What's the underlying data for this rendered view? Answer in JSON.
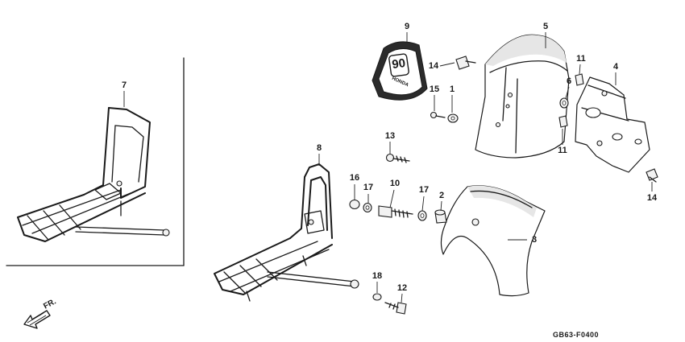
{
  "diagram_code": "GB63-F0400",
  "direction_label": "FR.",
  "emblem_text": "90",
  "emblem_brand": "HONDA",
  "callouts": {
    "c1": "1",
    "c2": "2",
    "c3": "3",
    "c4": "4",
    "c5": "5",
    "c6": "6",
    "c7": "7",
    "c8": "8",
    "c9": "9",
    "c10": "10",
    "c11a": "11",
    "c11b": "11",
    "c12": "12",
    "c13": "13",
    "c14a": "14",
    "c14b": "14",
    "c15": "15",
    "c16": "16",
    "c17a": "17",
    "c17b": "17",
    "c18": "18"
  },
  "colors": {
    "line": "#1a1a1a",
    "background": "#ffffff",
    "emblem": "#2b2b2b"
  }
}
